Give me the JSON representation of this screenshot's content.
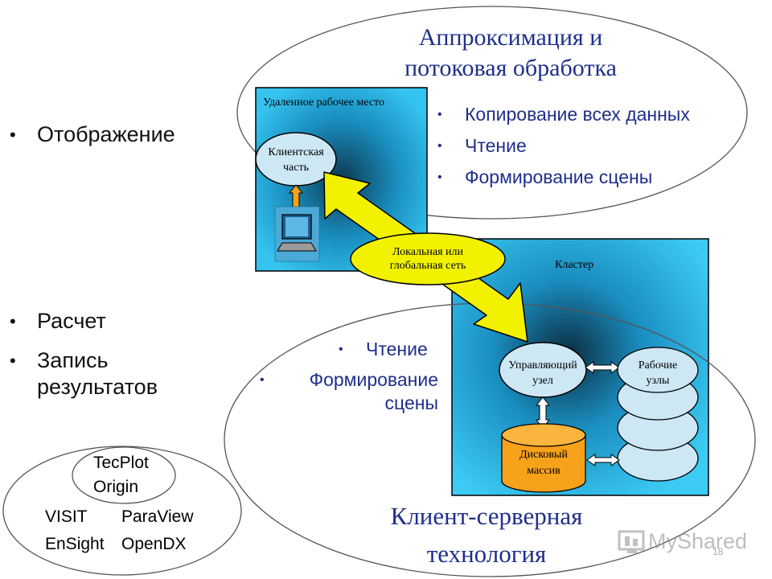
{
  "top_title": [
    "Аппроксимация и",
    "потоковая обработка"
  ],
  "top_bullets": [
    "Копирование всех данных",
    "Чтение",
    "Формирование сцены"
  ],
  "left_bullets_top": [
    "Отображение"
  ],
  "left_bullets_bottom": [
    "Расчет",
    "Запись результатов"
  ],
  "left_bottom_second_line": "результатов",
  "left_bottom_first_line": "Запись",
  "remote_box": {
    "label": "Удаленное рабочее место",
    "client": [
      "Клиентская",
      "часть"
    ]
  },
  "network": [
    "Локальная или",
    "глобальная сеть"
  ],
  "cluster_box": {
    "label": "Кластер",
    "manager": [
      "Управляющий",
      "узел"
    ],
    "workers": [
      "Рабочие",
      "узлы"
    ],
    "disk": [
      "Дисковый",
      "массив"
    ]
  },
  "mid_bullets": [
    "Чтение",
    "Формирование",
    "сцены"
  ],
  "bottom_title": [
    "Клиент-серверная",
    "технология"
  ],
  "software": {
    "inner": [
      "TecPlot",
      "Origin"
    ],
    "row1": [
      "VISIT",
      "ParaView"
    ],
    "row2": [
      "EnSight",
      "OpenDX"
    ]
  },
  "watermark": "MyShared",
  "page_number": "18",
  "colors": {
    "title_blue": "#1f2f8a",
    "box_cyan": "#22b4e8",
    "arrow_yellow": "#f2f200",
    "disk_orange": "#f7a21b"
  }
}
